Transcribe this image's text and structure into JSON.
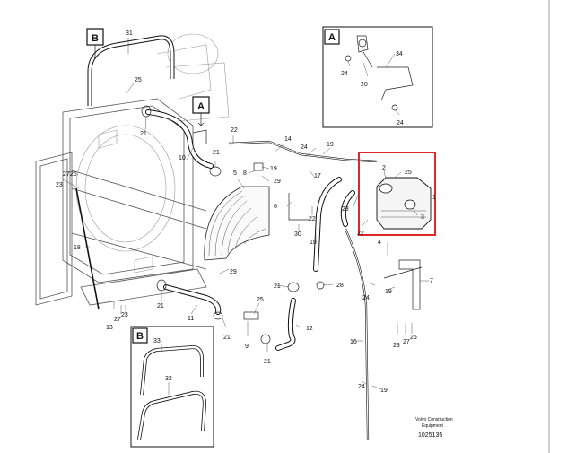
{
  "callouts": {
    "c31": "31",
    "c25a": "25",
    "c21a": "21",
    "c10": "10",
    "c21b": "21",
    "c22a": "22",
    "c14": "14",
    "c24a": "24",
    "c19a": "19",
    "c8": "8",
    "c19b": "19",
    "c29a": "29",
    "c17": "17",
    "c5": "5",
    "c6": "6",
    "c22b": "22",
    "c30": "30",
    "c15": "15",
    "c28a": "28",
    "c22c": "22",
    "c27a": "27",
    "c26a": "26",
    "c23a": "23",
    "c18": "18",
    "c29b": "29",
    "c21c": "21",
    "c11": "11",
    "c21d": "21",
    "c28b": "28",
    "c25b": "25",
    "c12": "12",
    "c21e": "21",
    "c9": "9",
    "c21f": "21",
    "c13": "13",
    "c27b": "27",
    "c23b": "23",
    "c2": "2",
    "c25c": "25",
    "c1": "1",
    "c3": "3",
    "c4": "4",
    "c24b": "24",
    "c19c": "19",
    "c7": "7",
    "c23c": "23",
    "c27c": "27",
    "c26b": "26",
    "c16": "16",
    "c19d": "19",
    "c24c": "24",
    "c34": "34",
    "c24d": "24",
    "c20": "20",
    "c24e": "24",
    "c33": "33",
    "c32": "32"
  },
  "view_labels": {
    "a_main": "A",
    "b_main": "B",
    "inset_a": "A",
    "inset_b": "B"
  },
  "footer": {
    "line1": "Volvo Construction",
    "line2": "Equipment",
    "number": "1025135"
  },
  "colors": {
    "highlight": "#e0262b",
    "ink": "#111111"
  }
}
